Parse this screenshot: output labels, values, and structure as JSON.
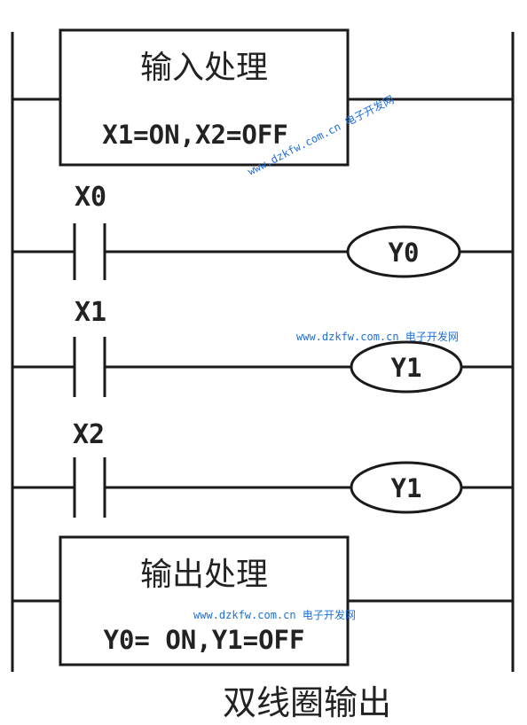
{
  "input_block": {
    "title": "输入处理",
    "state": "X1=ON,X2=OFF"
  },
  "rungs": [
    {
      "contact": "X0",
      "coil": "Y0"
    },
    {
      "contact": "X1",
      "coil": "Y1"
    },
    {
      "contact": "X2",
      "coil": "Y1"
    }
  ],
  "output_block": {
    "title": "输出处理",
    "state": "Y0= ON,Y1=OFF"
  },
  "caption": "双线圈输出",
  "watermarks": [
    "www.dzkfw.com.cn 电子开发网",
    "www.dzkfw.com.cn 电子开发网",
    "www.dzkfw.com.cn 电子开发网"
  ],
  "colors": {
    "line": "#1a1a1a",
    "text": "#222222",
    "watermark": "#1f6fd6"
  }
}
